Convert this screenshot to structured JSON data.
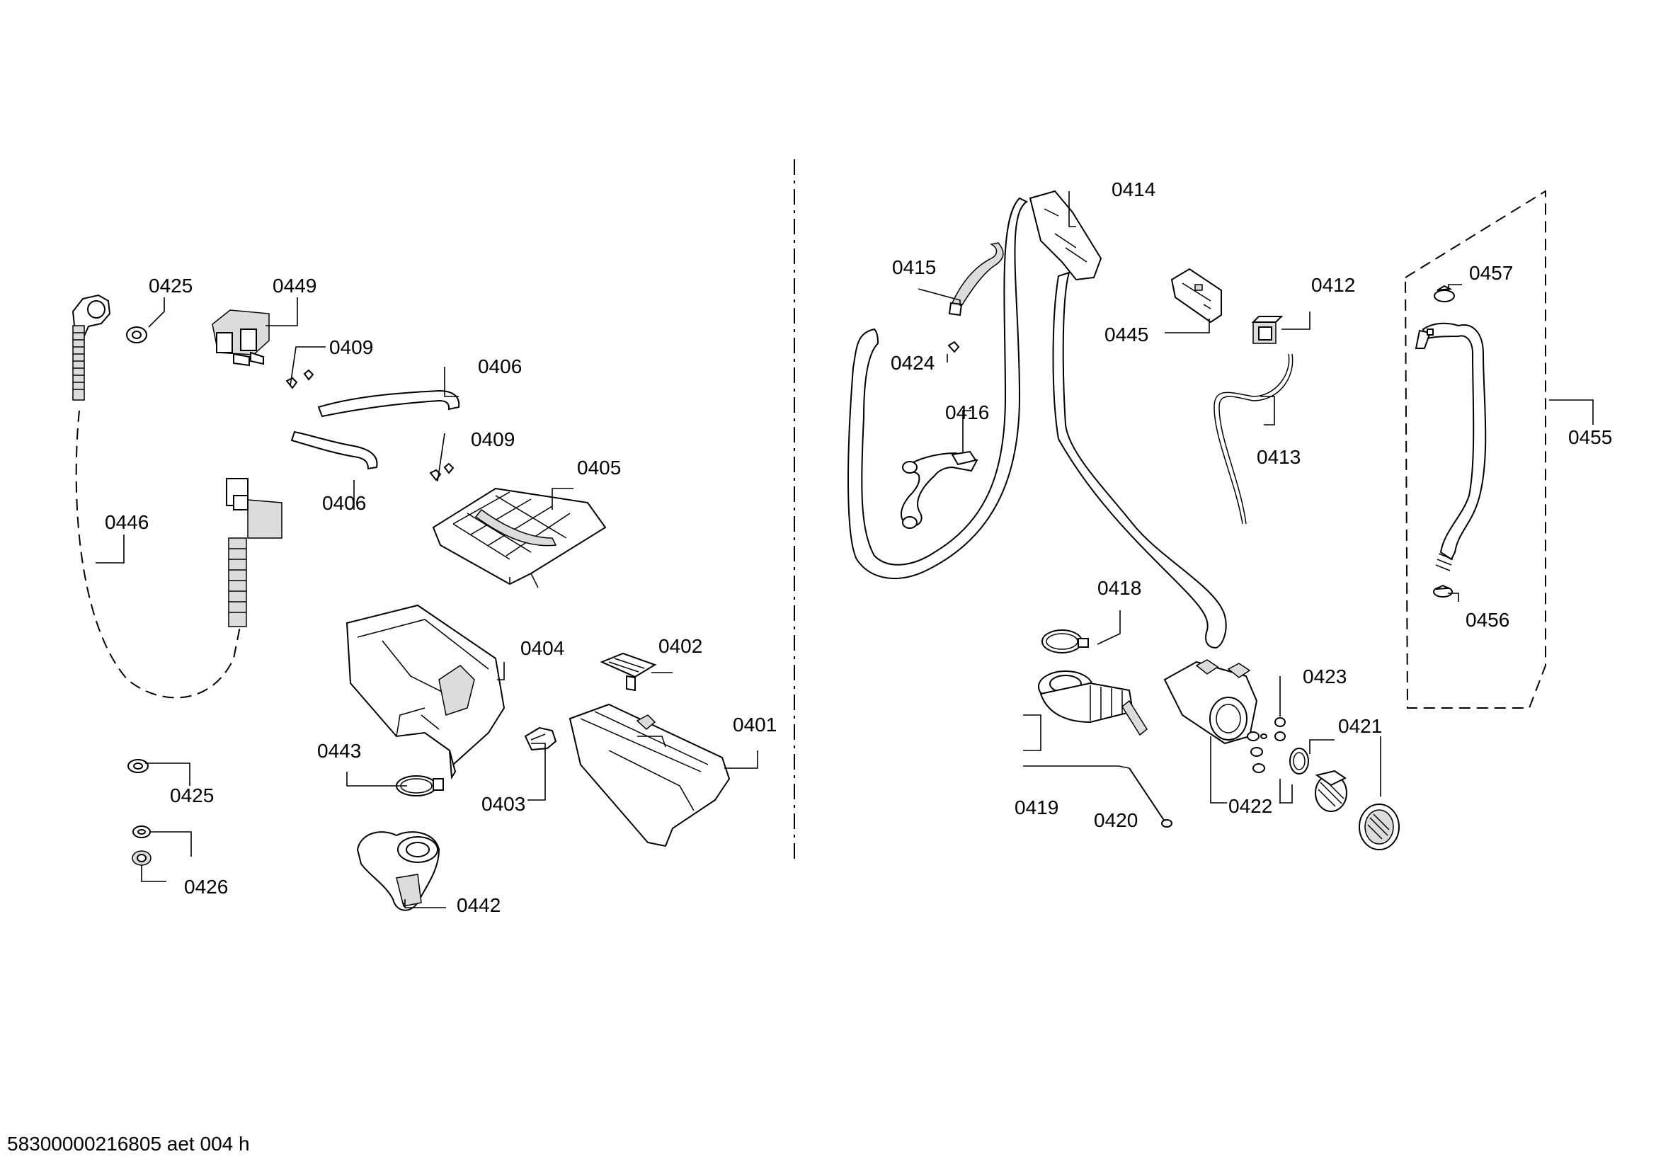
{
  "drawing": {
    "document_id": "58300000216805 aet 004 h"
  },
  "labels": {
    "l0425a": "0425",
    "l0449": "0449",
    "l0409a": "0409",
    "l0406a": "0406",
    "l0406b": "0406",
    "l0409b": "0409",
    "l0405": "0405",
    "l0446": "0446",
    "l0404": "0404",
    "l0402": "0402",
    "l0401": "0401",
    "l0443": "0443",
    "l0403": "0403",
    "l0425b": "0425",
    "l0426": "0426",
    "l0442": "0442",
    "l0414": "0414",
    "l0415": "0415",
    "l0424": "0424",
    "l0416": "0416",
    "l0445": "0445",
    "l0412": "0412",
    "l0413": "0413",
    "l0457": "0457",
    "l0455": "0455",
    "l0456": "0456",
    "l0418": "0418",
    "l0423": "0423",
    "l0421": "0421",
    "l0419": "0419",
    "l0420": "0420",
    "l0422": "0422"
  }
}
